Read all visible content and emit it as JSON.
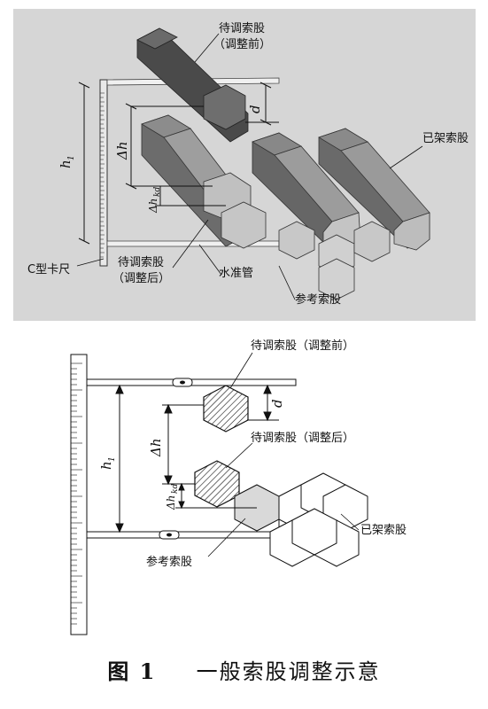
{
  "top_figure": {
    "labels": {
      "strand_before_l1": "待调索股",
      "strand_before_l2": "（调整前）",
      "erected_strand": "已架索股",
      "c_caliper": "C型卡尺",
      "strand_after_l1": "待调索股",
      "strand_after_l2": "（调整后）",
      "level_tube": "水准管",
      "reference_strand": "参考索股"
    },
    "symbols": {
      "h1": "h",
      "h1_sub": "1",
      "delta_h": "Δh",
      "d": "d",
      "delta_hkd": "Δh",
      "delta_hkd_sub": "kd"
    }
  },
  "bottom_figure": {
    "labels": {
      "strand_before": "待调索股（调整前）",
      "strand_after": "待调索股（调整后）",
      "erected_strand": "已架索股",
      "reference_strand": "参考索股"
    },
    "symbols": {
      "h1": "h",
      "h1_sub": "1",
      "delta_h": "Δh",
      "d": "d",
      "delta_hkd": "Δh",
      "delta_hkd_sub": "kd"
    }
  },
  "caption": {
    "figure_no": "图 1",
    "title": "一般索股调整示意"
  },
  "colors": {
    "panel_bg": "#d6d6d6",
    "strand_dark": "#5a5a5a",
    "strand_mid": "#8a8a8a",
    "strand_light": "#b8b8b8",
    "reference_fill": "#d9d9d9"
  }
}
